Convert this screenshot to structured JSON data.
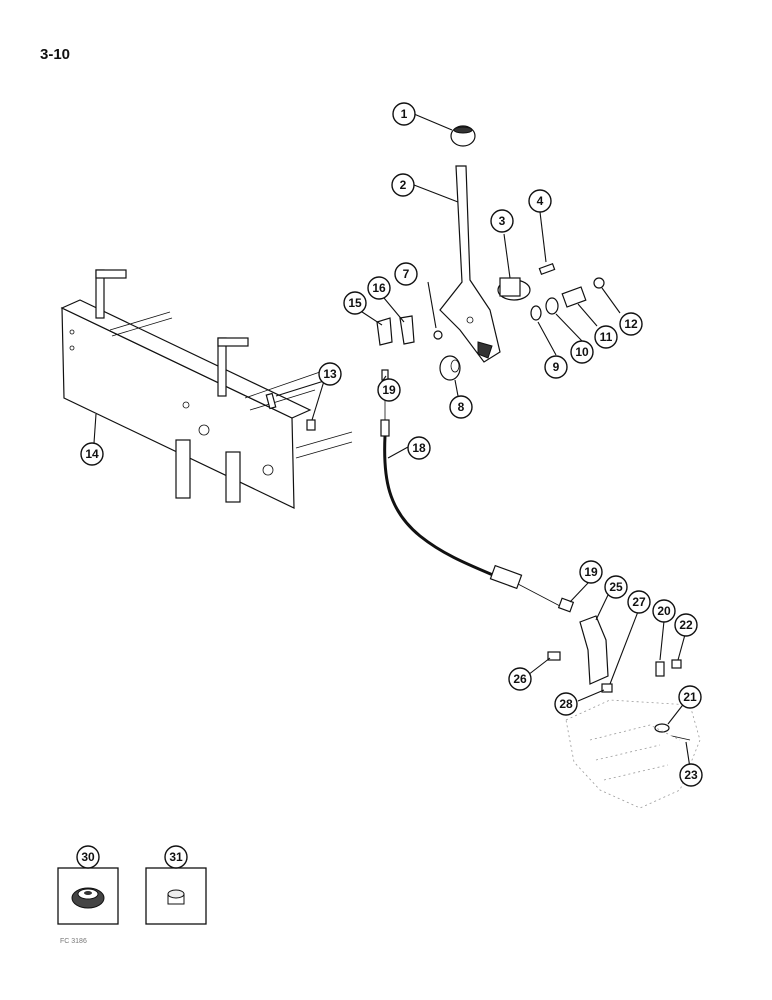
{
  "page": {
    "page_number": "3-10",
    "figure_code": "FC 3186"
  },
  "callouts": {
    "c1": "1",
    "c2": "2",
    "c3": "3",
    "c4": "4",
    "c7": "7",
    "c8": "8",
    "c9": "9",
    "c10": "10",
    "c11": "11",
    "c12": "12",
    "c13": "13",
    "c14": "14",
    "c15": "15",
    "c16": "16",
    "c18": "18",
    "c19a": "19",
    "c19b": "19",
    "c20": "20",
    "c21": "21",
    "c22": "22",
    "c23": "23",
    "c25": "25",
    "c26": "26",
    "c27": "27",
    "c28": "28"
  },
  "insets": {
    "c30": "30",
    "c31": "31"
  }
}
